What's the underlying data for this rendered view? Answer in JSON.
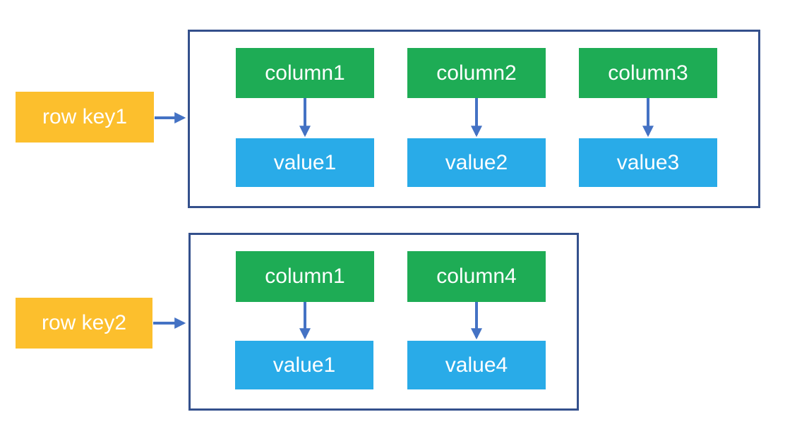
{
  "diagram": {
    "rows": [
      {
        "key": "row key1",
        "entries": [
          {
            "column": "column1",
            "value": "value1"
          },
          {
            "column": "column2",
            "value": "value2"
          },
          {
            "column": "column3",
            "value": "value3"
          }
        ]
      },
      {
        "key": "row key2",
        "entries": [
          {
            "column": "column1",
            "value": "value1"
          },
          {
            "column": "column4",
            "value": "value4"
          }
        ]
      }
    ],
    "colors": {
      "row_key_bg": "#FCBF2D",
      "column_bg": "#1EAC55",
      "value_bg": "#29ABE8",
      "arrow": "#4472C4",
      "container_border": "#34508C",
      "label_text": "#FFFFFF",
      "background": "#FFFFFF"
    }
  }
}
